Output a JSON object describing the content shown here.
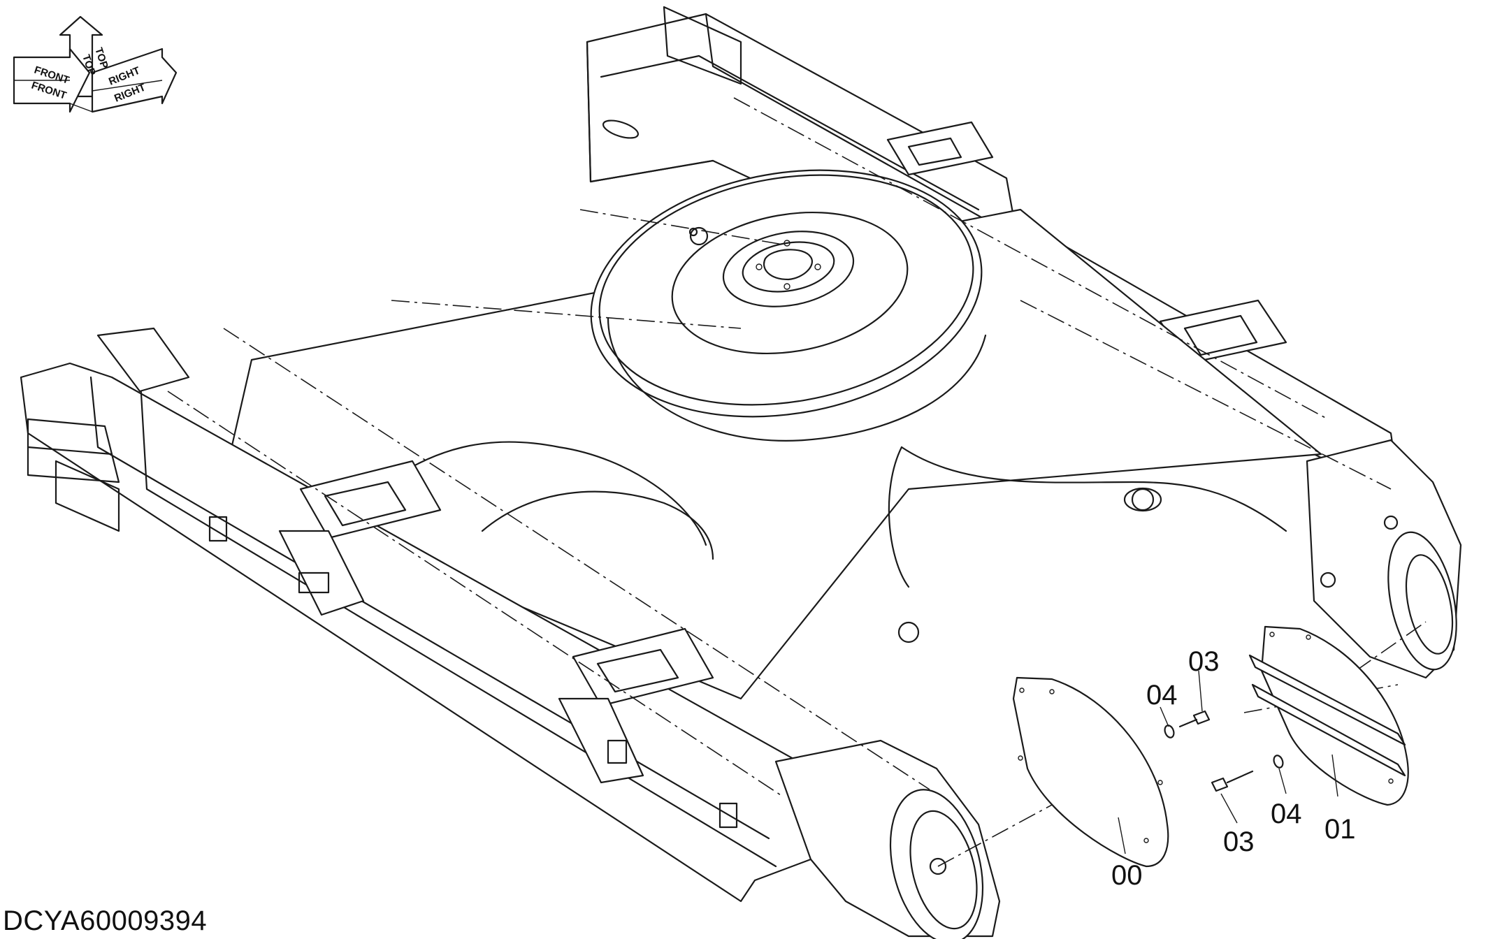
{
  "drawing_id": "DCYA60009394",
  "orientation_labels": {
    "top1": "TOP",
    "top2": "TOP",
    "front1": "FRONT",
    "front2": "FRONT",
    "right1": "RIGHT",
    "right2": "RIGHT"
  },
  "callouts": {
    "part_00": "00",
    "part_01": "01",
    "part_03_upper": "03",
    "part_03_lower": "03",
    "part_04_upper": "04",
    "part_04_lower": "04"
  },
  "icons": {
    "orientation": "orientation-arrows-icon",
    "bolt": "bolt-icon",
    "washer": "washer-icon"
  }
}
